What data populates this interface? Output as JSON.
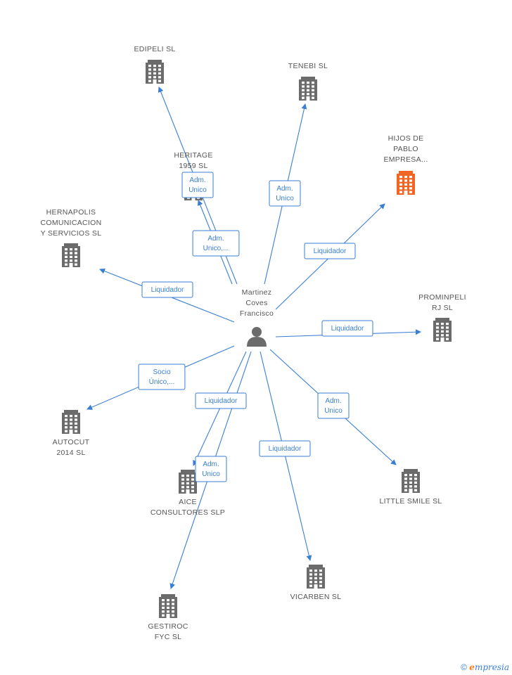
{
  "colors": {
    "edge": "#3a7fd5",
    "building": "#6b6b6b",
    "building_highlight": "#f26522",
    "person": "#6b6b6b",
    "label": "#555555"
  },
  "center": {
    "label": [
      "Martinez",
      "Coves",
      "Francisco"
    ],
    "icon": "person-icon"
  },
  "companies": [
    {
      "id": "edipeli",
      "label": [
        "EDIPELI SL"
      ],
      "highlight": false
    },
    {
      "id": "tenebi",
      "label": [
        "TENEBI SL"
      ],
      "highlight": false
    },
    {
      "id": "heritage",
      "label": [
        "HERITAGE",
        "1959  SL"
      ],
      "highlight": false
    },
    {
      "id": "hijos",
      "label": [
        "HIJOS DE",
        "PABLO",
        "EMPRESA..."
      ],
      "highlight": true
    },
    {
      "id": "hernapolis",
      "label": [
        "HERNAPOLIS",
        "COMUNICACION",
        "Y SERVICIOS SL"
      ],
      "highlight": false
    },
    {
      "id": "prominpeli",
      "label": [
        "PROMINPELI",
        "RJ SL"
      ],
      "highlight": false
    },
    {
      "id": "autocut",
      "label": [
        "AUTOCUT",
        "2014  SL"
      ],
      "highlight": false
    },
    {
      "id": "aice",
      "label": [
        "AICE",
        "CONSULTORES SLP"
      ],
      "highlight": false
    },
    {
      "id": "little",
      "label": [
        "LITTLE SMILE SL"
      ],
      "highlight": false
    },
    {
      "id": "vicarben",
      "label": [
        "VICARBEN SL"
      ],
      "highlight": false
    },
    {
      "id": "gestiroc",
      "label": [
        "GESTIROC",
        "FYC  SL"
      ],
      "highlight": false
    }
  ],
  "edges": [
    {
      "to": "edipeli",
      "label": [
        "Adm.",
        "Unico,..."
      ]
    },
    {
      "to": "heritage",
      "label": [
        "Adm.",
        "Unico"
      ]
    },
    {
      "to": "tenebi",
      "label": [
        "Adm.",
        "Unico"
      ]
    },
    {
      "to": "hijos",
      "label": [
        "Liquidador"
      ]
    },
    {
      "to": "hernapolis",
      "label": [
        "Liquidador"
      ]
    },
    {
      "to": "prominpeli",
      "label": [
        "Liquidador"
      ]
    },
    {
      "to": "autocut",
      "label": [
        "Socio",
        "Único,..."
      ]
    },
    {
      "to": "aice",
      "label": [
        "Liquidador"
      ]
    },
    {
      "to": "gestiroc",
      "label": [
        "Adm.",
        "Unico"
      ]
    },
    {
      "to": "vicarben",
      "label": [
        "Liquidador"
      ]
    },
    {
      "to": "little",
      "label": [
        "Adm.",
        "Unico"
      ]
    }
  ],
  "footer": {
    "copyright": "©",
    "brand_initial": "e",
    "brand_rest": "mpresia"
  }
}
